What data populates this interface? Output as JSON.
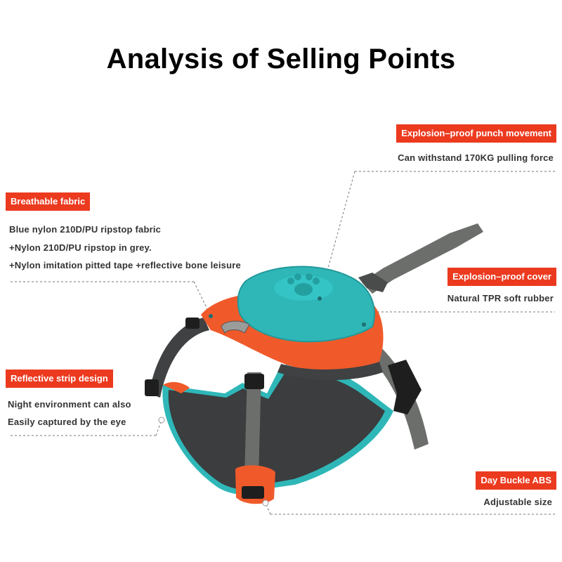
{
  "title": "Analysis of Selling Points",
  "callouts": {
    "punch": {
      "label": "Explosion–proof punch movement",
      "lines": [
        "Can withstand 170KG pulling force"
      ]
    },
    "fabric": {
      "label": "Breathable fabric",
      "lines": [
        "Blue nylon 210D/PU ripstop fabric",
        "+Nylon 210D/PU ripstop in grey.",
        "+Nylon imitation pitted tape +reflective bone leisure"
      ]
    },
    "cover": {
      "label": "Explosion–proof cover",
      "lines": [
        "Natural TPR soft rubber"
      ]
    },
    "reflective": {
      "label": "Reflective strip design",
      "lines": [
        "Night environment can also",
        "Easily captured by the eye"
      ]
    },
    "buckle": {
      "label": "Day Buckle ABS",
      "lines": [
        "Adjustable size"
      ]
    }
  },
  "colors": {
    "accent": "#ec3a1f",
    "teal": "#2fb7b8",
    "orange": "#f05a2a",
    "charcoal": "#3b3d3f",
    "strap": "#6b6e6a"
  }
}
